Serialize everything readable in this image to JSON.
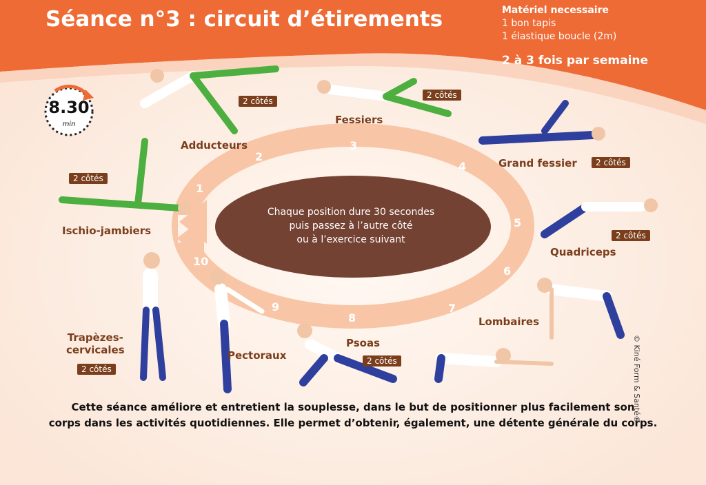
{
  "header": {
    "title": "Séance n°3 : circuit d’étirements",
    "materiel_title": "Matériel necessaire",
    "materiel_items": [
      "1 bon tapis",
      "1 élastique boucle (2m)"
    ],
    "frequency": "2 à 3 fois par semaine"
  },
  "timer": {
    "value": "8.30",
    "unit": "min"
  },
  "center": {
    "line1": "Chaque position dure 30 secondes",
    "line2": "puis passez à l’autre côté",
    "line3": "ou à l’exercice suivant"
  },
  "exercises": [
    {
      "number": "1",
      "name": "Ischio-jambiers",
      "badge": "2 côtés"
    },
    {
      "number": "2",
      "name": "Adducteurs",
      "badge": "2 côtés"
    },
    {
      "number": "3",
      "name": "Fessiers",
      "badge": "2 côtés"
    },
    {
      "number": "4",
      "name": "Grand fessier",
      "badge": "2 côtés"
    },
    {
      "number": "5",
      "name": "Quadriceps",
      "badge": "2 côtés"
    },
    {
      "number": "6",
      "name": "Lombaires",
      "badge": ""
    },
    {
      "number": "7",
      "name": "",
      "badge": ""
    },
    {
      "number": "8",
      "name": "Psoas",
      "badge": "2 côtés"
    },
    {
      "number": "9",
      "name": "Pectoraux",
      "badge": ""
    },
    {
      "number": "10",
      "name_line1": "Trapèzes-",
      "name_line2": "cervicales",
      "badge": "2 côtés"
    }
  ],
  "footer": {
    "line1": "Cette séance améliore et entretient la souplesse, dans le but de positionner plus facilement son",
    "line2": "corps dans les activités quotidiennes. Elle permet d’obtenir, également, une détente générale du corps."
  },
  "copyright": "© Kiné Form & Santé®",
  "colors": {
    "header_orange": "#ee6b36",
    "ring_peach": "#f8c6a6",
    "ellipse_brown": "#744232",
    "label_brown": "#7a3e1c",
    "background": "#fdf3ec"
  }
}
